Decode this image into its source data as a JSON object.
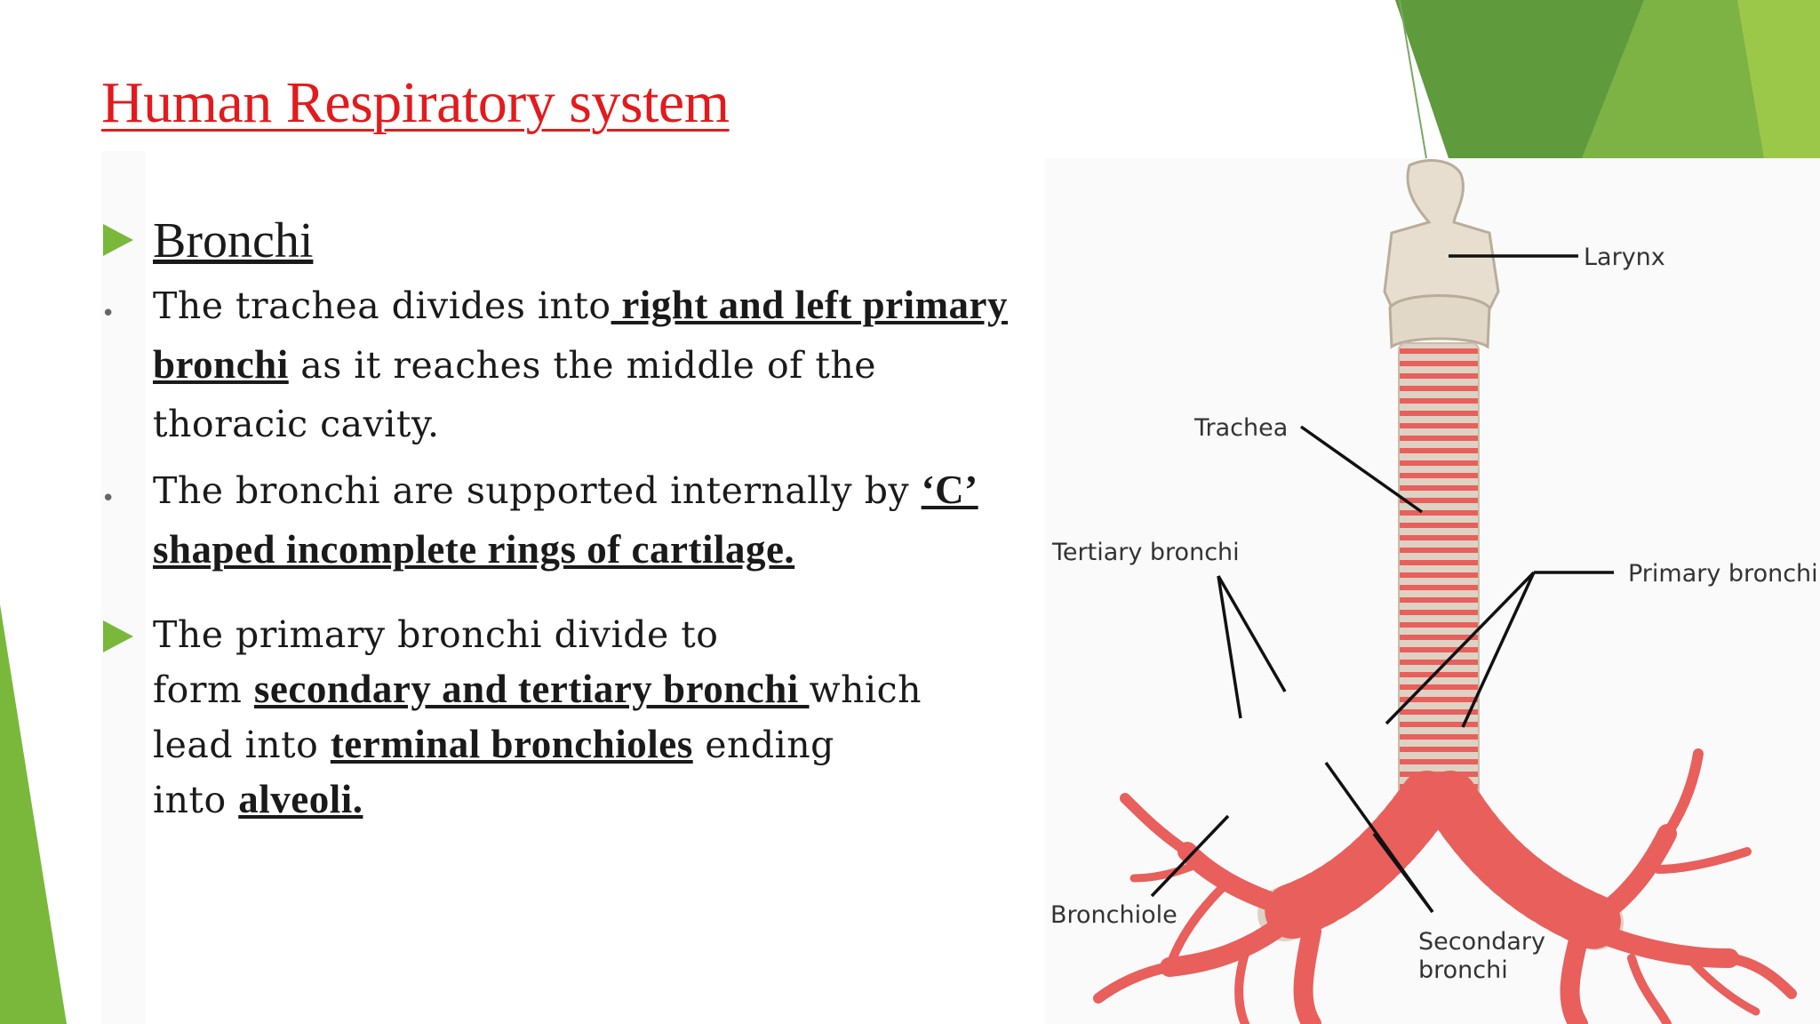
{
  "slide": {
    "title": "Human Respiratory system",
    "heading": "Bronchi",
    "point1": {
      "pre": "The trachea divides into",
      "bold": " right and left primary bronchi",
      "post": " as it reaches the middle of the thoracic cavity."
    },
    "point2": {
      "pre": "The bronchi are supported internally by ",
      "bold": "‘C’ shaped incomplete rings of cartilage. "
    },
    "point3": {
      "l1": "The primary bronchi divide to",
      "l2pre": "form ",
      "b1": "secondary and tertiary bronchi ",
      "l2post": "which",
      "l3pre": "lead into ",
      "b2": "terminal bronchioles",
      "l3post": " ending",
      "l4pre": "into ",
      "b3": "alveoli."
    }
  },
  "figure": {
    "labels": {
      "larynx": "Larynx",
      "trachea": "Trachea",
      "tertiary": "Tertiary bronchi",
      "primary": "Primary bronchi",
      "bronchiole": "Bronchiole",
      "secondary1": "Secondary",
      "secondary2": "bronchi"
    }
  },
  "colors": {
    "title": "#e31a1c",
    "accent_green": "#7ab83c",
    "dark_green": "#5f9a3d",
    "airway_red": "#e85f5c",
    "cartilage": "#ddd2c4"
  }
}
